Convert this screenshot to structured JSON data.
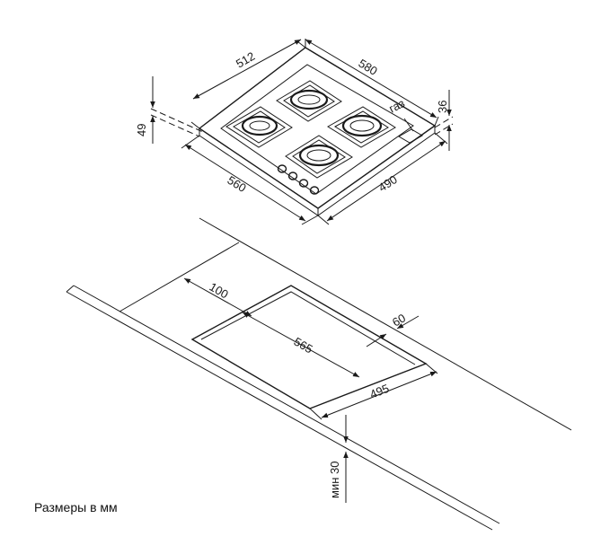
{
  "hob": {
    "dim_depth_top": "512",
    "dim_width_top": "580",
    "dim_depth_bottom": "560",
    "dim_width_bottom": "490",
    "dim_height": "49",
    "dim_height_right": "36",
    "gas_label": "газ"
  },
  "cutout": {
    "dim_offset": "100",
    "dim_length": "565",
    "dim_edge": "60",
    "dim_width": "495",
    "dim_min_thickness": "мин 30"
  },
  "caption": "Размеры в мм"
}
